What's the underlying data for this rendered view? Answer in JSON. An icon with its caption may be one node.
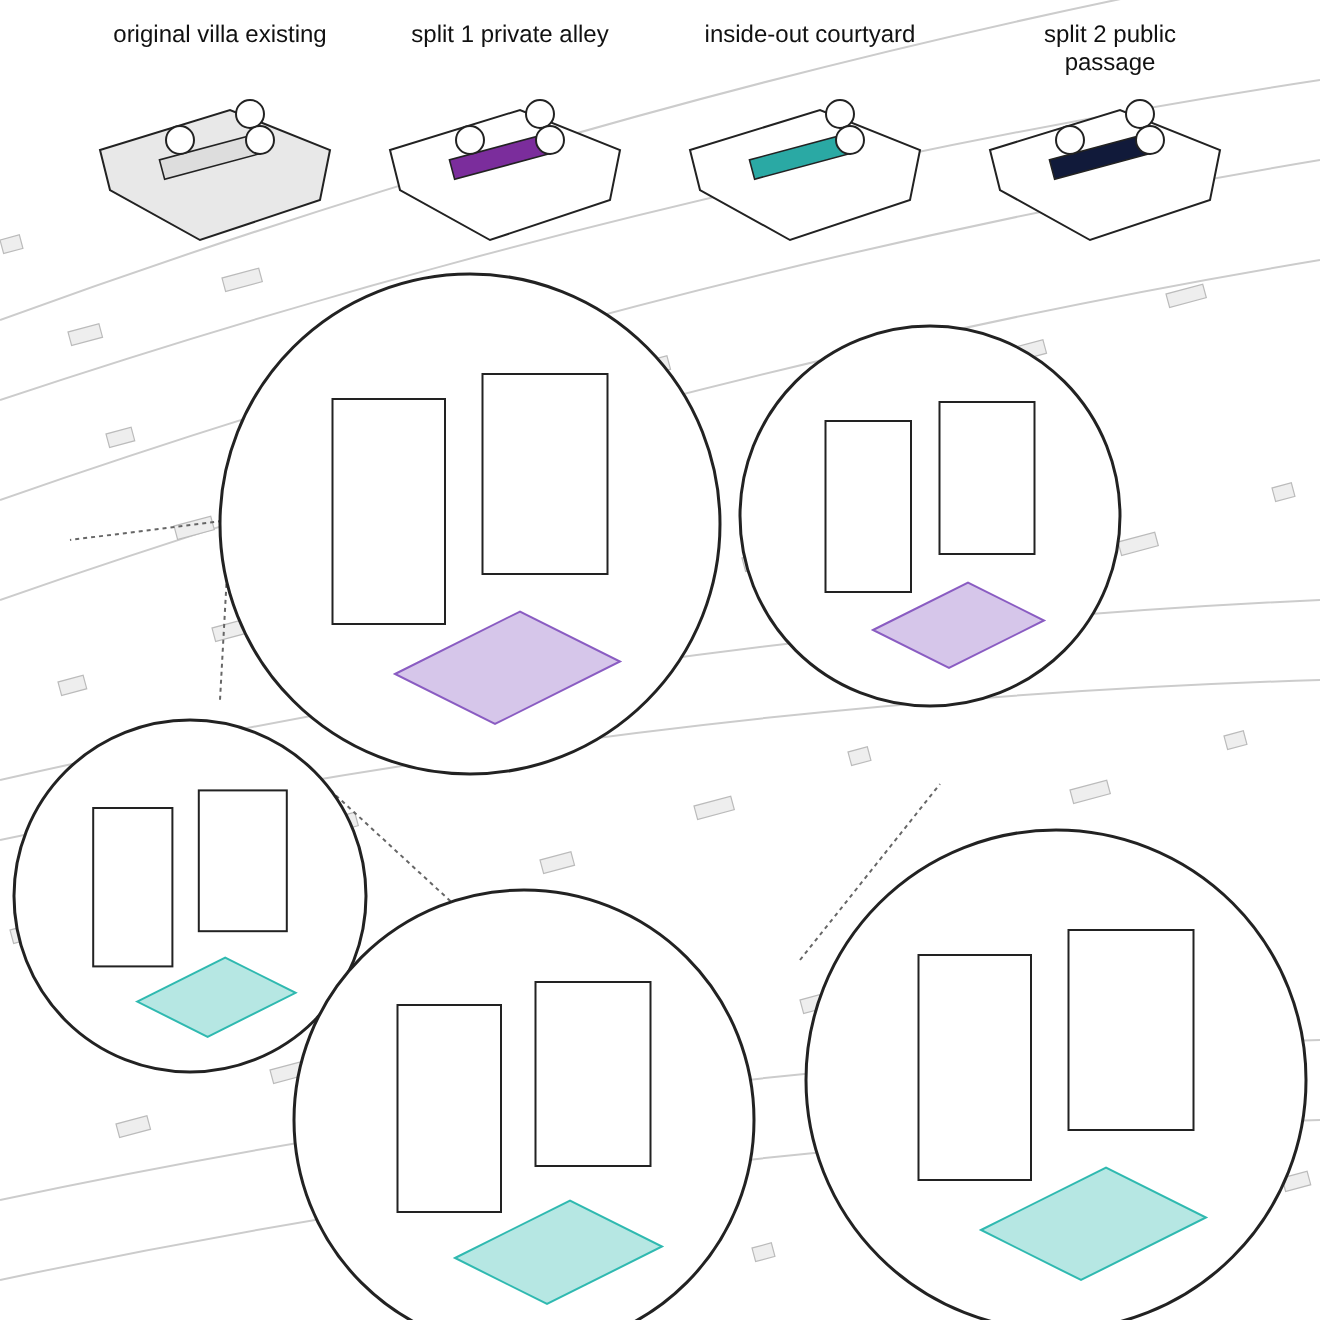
{
  "diagram": {
    "labels": [
      "original villa existing",
      "split 1 private alley",
      "inside-out courtyard",
      "split 2 public passage"
    ]
  }
}
